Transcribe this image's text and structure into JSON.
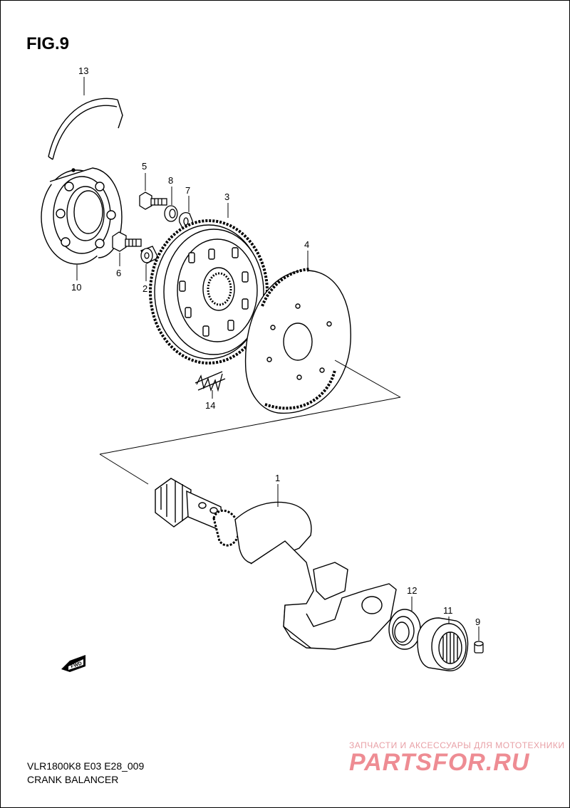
{
  "figure": {
    "title": "FIG.9"
  },
  "model_code": "VLR1800K8 E03 E28_009",
  "caption": "CRANK BALANCER",
  "fwd_label": "FWD",
  "watermark": {
    "tagline": "ЗАПЧАСТИ И АКСЕССУАРЫ ДЛЯ МОТОТЕХНИКИ",
    "brand": "PARTSFOR.RU"
  },
  "callouts": {
    "c1": "1",
    "c2": "2",
    "c3": "3",
    "c4": "4",
    "c5": "5",
    "c6": "6",
    "c7": "7",
    "c8": "8",
    "c9": "9",
    "c10": "10",
    "c11": "11",
    "c12": "12",
    "c13": "13",
    "c14": "14"
  }
}
